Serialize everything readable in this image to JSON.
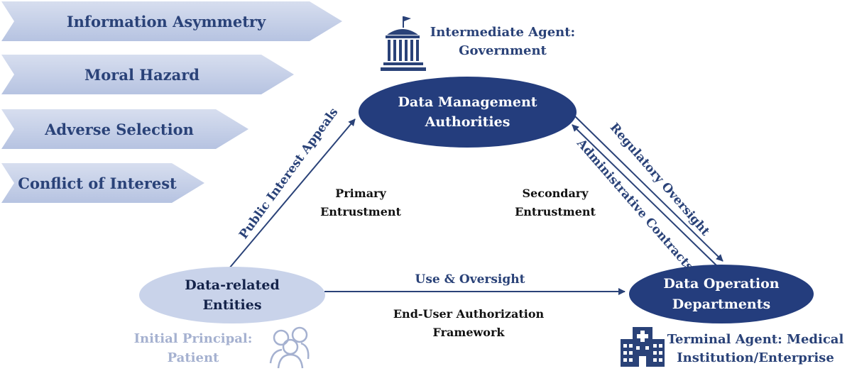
{
  "problems": [
    "Information Asymmetry",
    "Moral Hazard",
    "Adverse Selection",
    "Conflict of Interest"
  ],
  "nodes": {
    "top": "Data Management\nAuthorities",
    "left": "Data-related\nEntities",
    "right": "Data Operation\nDepartments"
  },
  "roles": {
    "government": "Intermediate Agent:\nGovernment",
    "patient": "Initial Principal:\nPatient",
    "terminal": "Terminal Agent: Medical\nInstitution/Enterprise"
  },
  "edges": {
    "left_to_top": "Public Interest Appeals",
    "top_to_right": "Regulatory Oversight",
    "right_to_top": "Administrative Contracts",
    "left_to_right": "Use & Oversight"
  },
  "inner": {
    "primary": "Primary\nEntrustment",
    "secondary": "Secondary\nEntrustment",
    "framework": "End-User Authorization\nFramework"
  },
  "icons": [
    "government-building-icon",
    "people-group-icon",
    "hospital-building-icon"
  ],
  "colors": {
    "dark_node": "#243d7d",
    "light_node": "#c9d3ea",
    "text_blue": "#2a4278",
    "pale_text": "#a5b1d0"
  }
}
